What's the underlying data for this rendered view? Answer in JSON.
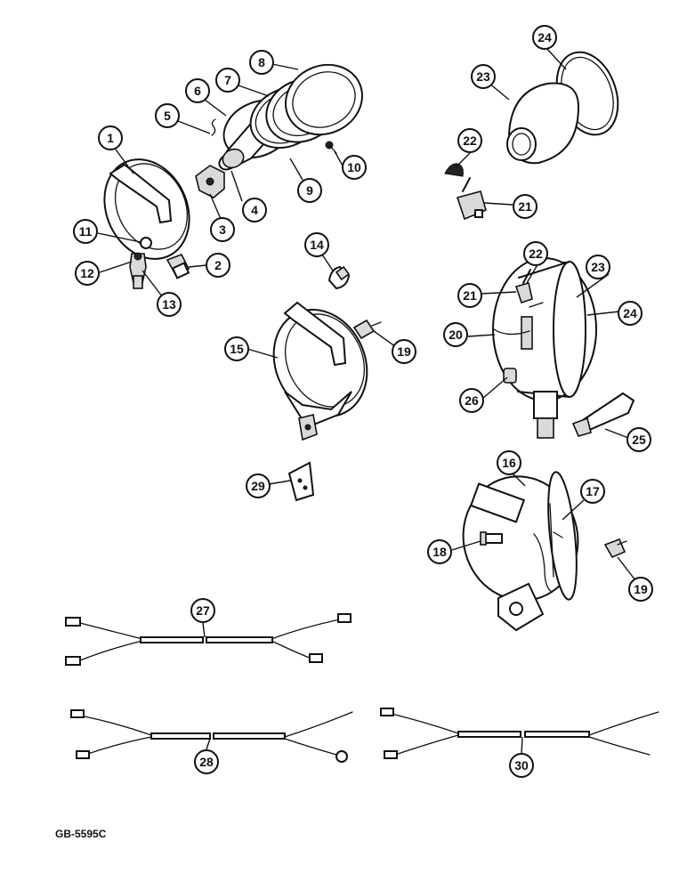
{
  "diagram": {
    "reference_code": "GB-5595C",
    "callouts": [
      {
        "id": "c1",
        "label": "1"
      },
      {
        "id": "c2",
        "label": "2"
      },
      {
        "id": "c3",
        "label": "3"
      },
      {
        "id": "c4",
        "label": "4"
      },
      {
        "id": "c5",
        "label": "5"
      },
      {
        "id": "c6",
        "label": "6"
      },
      {
        "id": "c7",
        "label": "7"
      },
      {
        "id": "c8",
        "label": "8"
      },
      {
        "id": "c9",
        "label": "9"
      },
      {
        "id": "c10",
        "label": "10"
      },
      {
        "id": "c11",
        "label": "11"
      },
      {
        "id": "c12",
        "label": "12"
      },
      {
        "id": "c13",
        "label": "13"
      },
      {
        "id": "c14",
        "label": "14"
      },
      {
        "id": "c15",
        "label": "15"
      },
      {
        "id": "c16",
        "label": "16"
      },
      {
        "id": "c17",
        "label": "17"
      },
      {
        "id": "c18",
        "label": "18"
      },
      {
        "id": "c19a",
        "label": "19"
      },
      {
        "id": "c19b",
        "label": "19"
      },
      {
        "id": "c20",
        "label": "20"
      },
      {
        "id": "c21a",
        "label": "21"
      },
      {
        "id": "c21b",
        "label": "21"
      },
      {
        "id": "c22a",
        "label": "22"
      },
      {
        "id": "c22b",
        "label": "22"
      },
      {
        "id": "c23a",
        "label": "23"
      },
      {
        "id": "c23b",
        "label": "23"
      },
      {
        "id": "c24a",
        "label": "24"
      },
      {
        "id": "c24b",
        "label": "24"
      },
      {
        "id": "c25",
        "label": "25"
      },
      {
        "id": "c26",
        "label": "26"
      },
      {
        "id": "c27",
        "label": "27"
      },
      {
        "id": "c28",
        "label": "28"
      },
      {
        "id": "c29",
        "label": "29"
      },
      {
        "id": "c30",
        "label": "30"
      }
    ]
  }
}
